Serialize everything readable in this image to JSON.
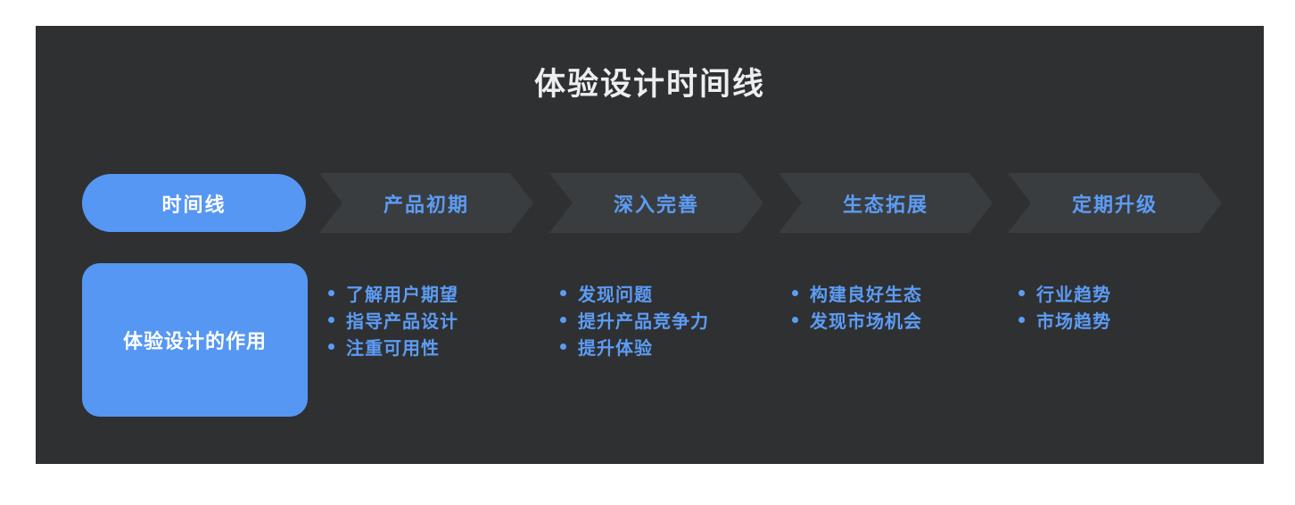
{
  "slide": {
    "title": "体验设计时间线"
  },
  "timeline": {
    "start": {
      "label": "时间线"
    },
    "row_header": {
      "label": "体验设计的作用"
    },
    "stages": [
      {
        "label": "产品初期",
        "items": [
          "了解用户期望",
          "指导产品设计",
          "注重可用性"
        ]
      },
      {
        "label": "深入完善",
        "items": [
          "发现问题",
          "提升产品竞争力",
          "提升体验"
        ]
      },
      {
        "label": "生态拓展",
        "items": [
          "构建良好生态",
          "发现市场机会"
        ]
      },
      {
        "label": "定期升级",
        "items": [
          "行业趋势",
          "市场趋势"
        ]
      }
    ]
  },
  "colors": {
    "page_background": "#FFFFFF",
    "panel_background": "#2F3032",
    "chevron_background": "#3A3D40",
    "accent_blue": "#5697F3",
    "blue_text": "#5C9CF5",
    "title_text": "#EDEEF0",
    "white_text": "#FFFFFF"
  }
}
